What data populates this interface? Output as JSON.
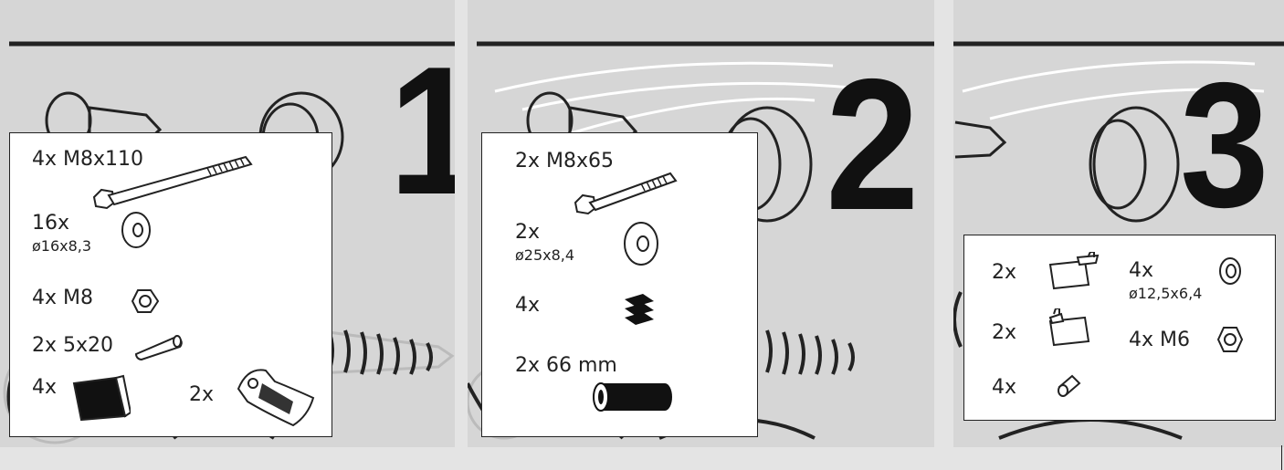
{
  "steps": [
    {
      "number": "1",
      "parts": [
        {
          "qty_label": "4x M8x110",
          "icon": "long-bolt-icon"
        },
        {
          "qty_label": "16x",
          "spec": "ø16x8,3",
          "icon": "washer-icon"
        },
        {
          "qty_label": "4x M8",
          "icon": "nut-icon"
        },
        {
          "qty_label": "2x 5x20",
          "icon": "dowel-icon"
        },
        {
          "qty_label": "4x",
          "icon": "end-cap-icon"
        },
        {
          "qty_label": "2x",
          "icon": "bracket-foot-icon"
        }
      ]
    },
    {
      "number": "2",
      "parts": [
        {
          "qty_label": "2x M8x65",
          "icon": "bolt-icon"
        },
        {
          "qty_label": "2x",
          "spec": "ø25x8,4",
          "icon": "large-washer-icon"
        },
        {
          "qty_label": "4x",
          "icon": "felt-pad-icon"
        },
        {
          "qty_label": "2x 66 mm",
          "icon": "spacer-tube-icon"
        }
      ]
    },
    {
      "number": "3",
      "parts": [
        {
          "qty_label": "2x",
          "icon": "clip-icon"
        },
        {
          "qty_label": "4x",
          "spec": "ø12,5x6,4",
          "icon": "small-washer-icon"
        },
        {
          "qty_label": "2x",
          "icon": "clip-icon"
        },
        {
          "qty_label": "4x M6",
          "icon": "small-nut-icon"
        },
        {
          "qty_label": "4x",
          "icon": "plug-icon"
        }
      ]
    }
  ]
}
